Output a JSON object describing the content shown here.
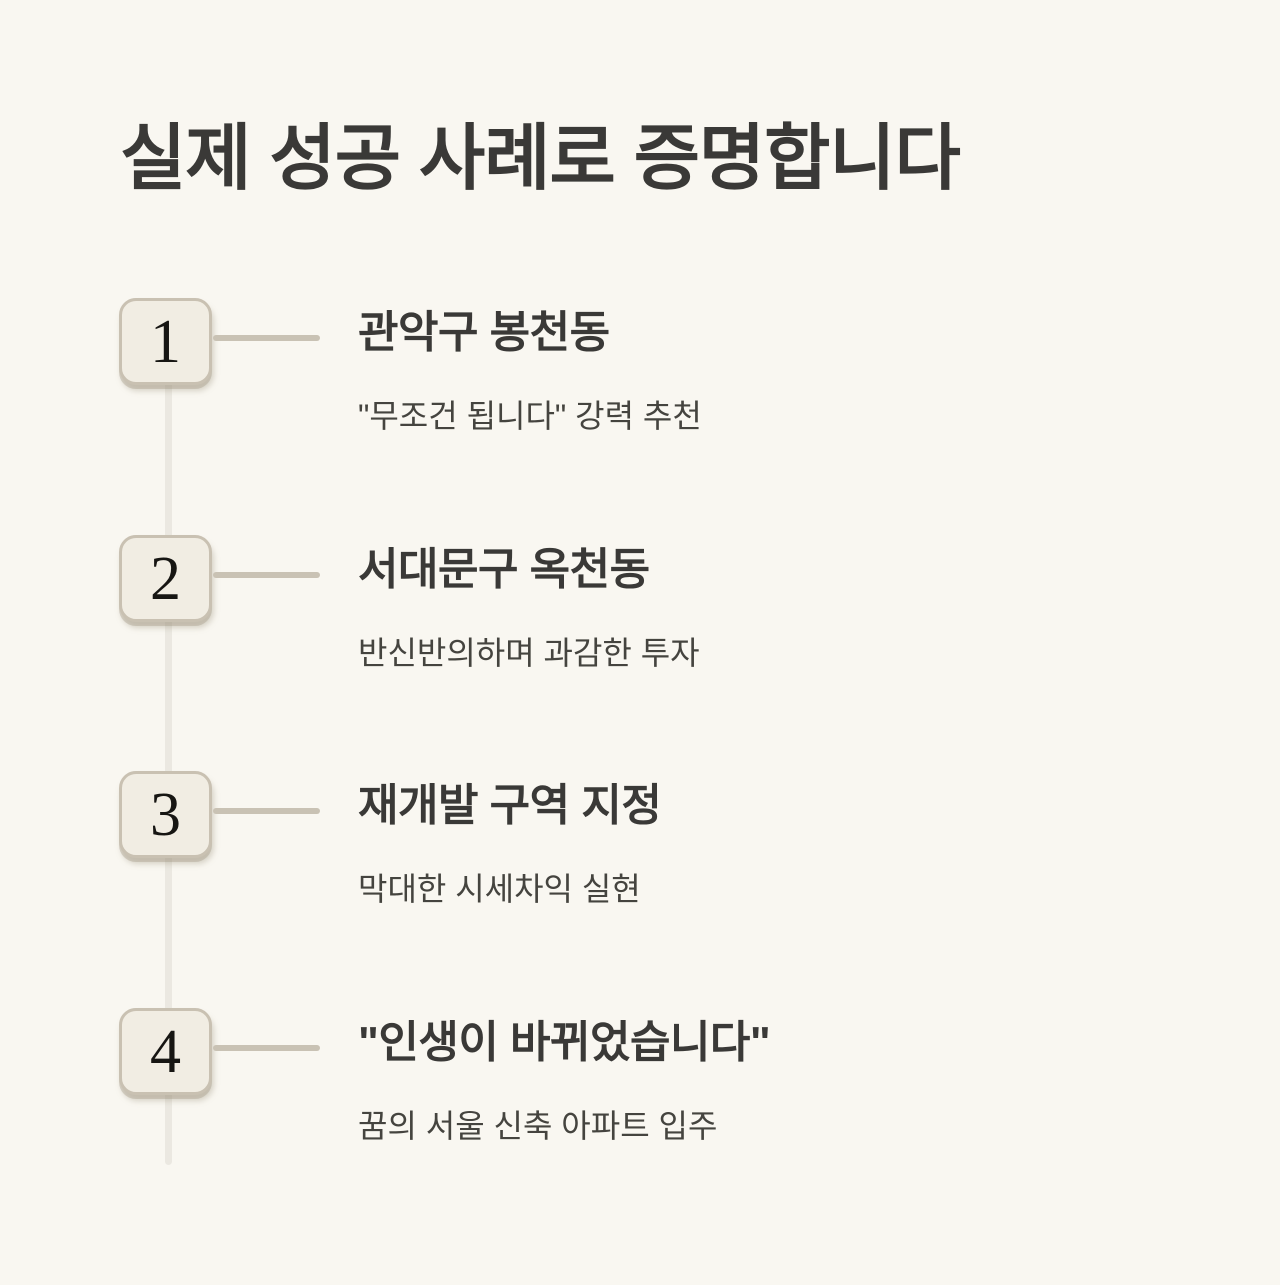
{
  "page": {
    "title": "실제 성공 사례로 증명합니다"
  },
  "colors": {
    "background": "#f9f7f1",
    "box_fill": "#f1ede3",
    "box_border": "#c9c1b2",
    "connector": "#c9c2b4",
    "spine": "#ebe8e1",
    "title_text": "#3a3937",
    "subtitle_text": "#45443f"
  },
  "timeline": {
    "items": [
      {
        "number": "1",
        "title": "관악구 봉천동",
        "subtitle": "\"무조건 됩니다\" 강력 추천"
      },
      {
        "number": "2",
        "title": "서대문구 옥천동",
        "subtitle": "반신반의하며 과감한 투자"
      },
      {
        "number": "3",
        "title": "재개발 구역 지정",
        "subtitle": "막대한 시세차익 실현"
      },
      {
        "number": "4",
        "title": "\"인생이 바뀌었습니다\"",
        "subtitle": "꿈의 서울 신축 아파트 입주"
      }
    ]
  }
}
